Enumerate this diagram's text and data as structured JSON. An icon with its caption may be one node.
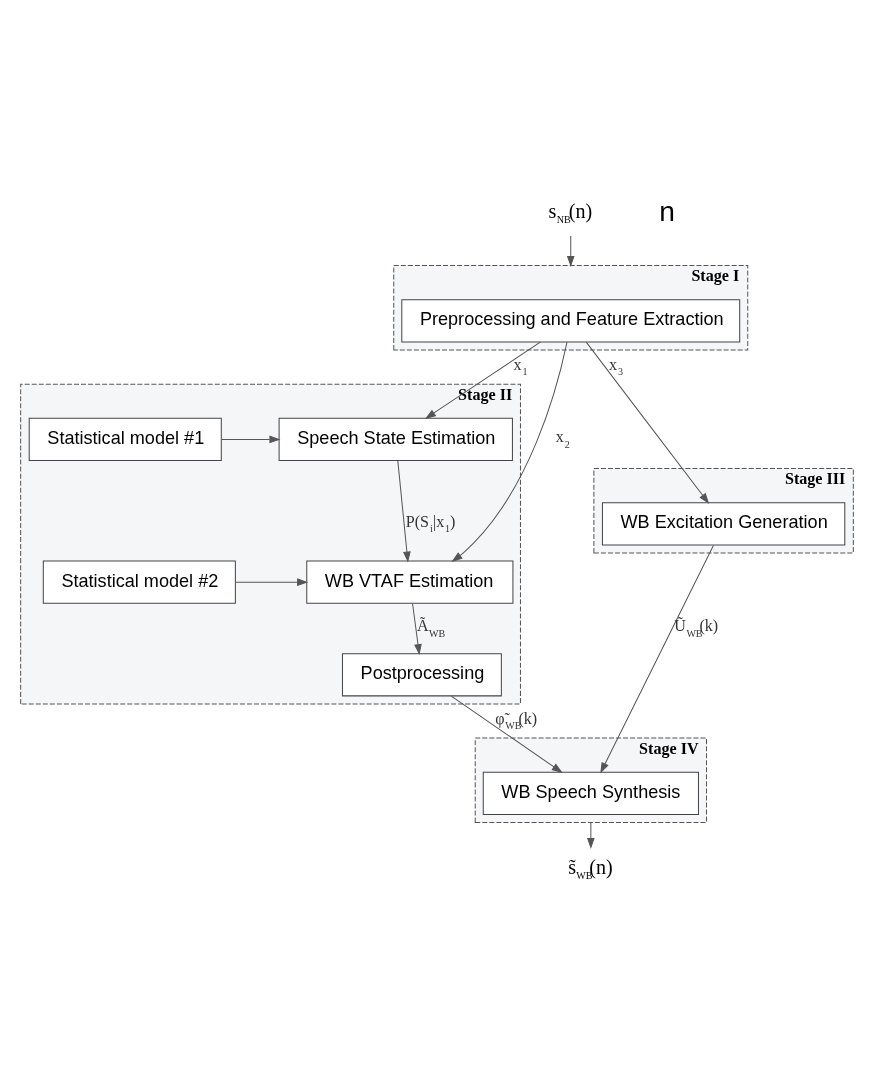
{
  "diagram": {
    "nodes": [
      {
        "text": [
          "Stage I"
        ]
      },
      {
        "text": [
          "Preprocessing and Feature Extraction"
        ],
        "in": 0
      },
      {
        "text": [
          "Stage III"
        ]
      },
      {
        "text": [
          "WB Excitation Generation"
        ],
        "in": 2
      },
      {
        "text": [
          "Stage II"
        ]
      },
      {
        "text": [
          "Speech State Estimation"
        ],
        "in": 4
      },
      {
        "text": [
          "Statistical model #1"
        ],
        "in": 4
      },
      {
        "text": [
          "WB VTAF Estimation"
        ],
        "in": 4
      },
      {
        "text": [
          "Statistical model #2"
        ],
        "in": 4
      },
      {
        "text": [
          "Postprocessing"
        ],
        "in": 4
      },
      {
        "text": [
          "Stage IV"
        ]
      },
      {
        "text": [
          "WB Speech Synthesis"
        ],
        "in": 10
      },
      {
        "text": [
          "s$_{NB}$(n)"
        ]
      },
      {
        "text": [
          "s̃$_{WB}$(n)"
        ]
      }
    ],
    "edges": [
      {
        "from": 12,
        "to": 1,
        "arrow": "to"
      },
      {
        "from": 1,
        "to": 3,
        "arrow": "to",
        "label": "x$_{3}$"
      },
      {
        "from": 1,
        "to": 7,
        "arrow": "to",
        "label": "x$_{2}$"
      },
      {
        "from": 1,
        "to": 5,
        "arrow": "to",
        "label": "x$_{1}$"
      },
      {
        "from": 6,
        "to": 5,
        "arrow": "to"
      },
      {
        "from": 5,
        "to": 7,
        "arrow": "to",
        "label": "P(S$_{i}$|x$_{1}$)"
      },
      {
        "from": 8,
        "to": 7,
        "arrow": "to"
      },
      {
        "from": 7,
        "to": 9,
        "arrow": "to",
        "label": "Ã$_{WB}$"
      },
      {
        "from": 3,
        "to": 11,
        "arrow": "to",
        "label": "Ũ$_{WB}$(k)"
      },
      {
        "from": 9,
        "to": 11,
        "arrow": "to",
        "label": "φ̃$_{WB}$(k)"
      },
      {
        "from": 11,
        "to": 13,
        "arrow": "to"
      }
    ],
    "labels": [
      "n"
    ]
  }
}
